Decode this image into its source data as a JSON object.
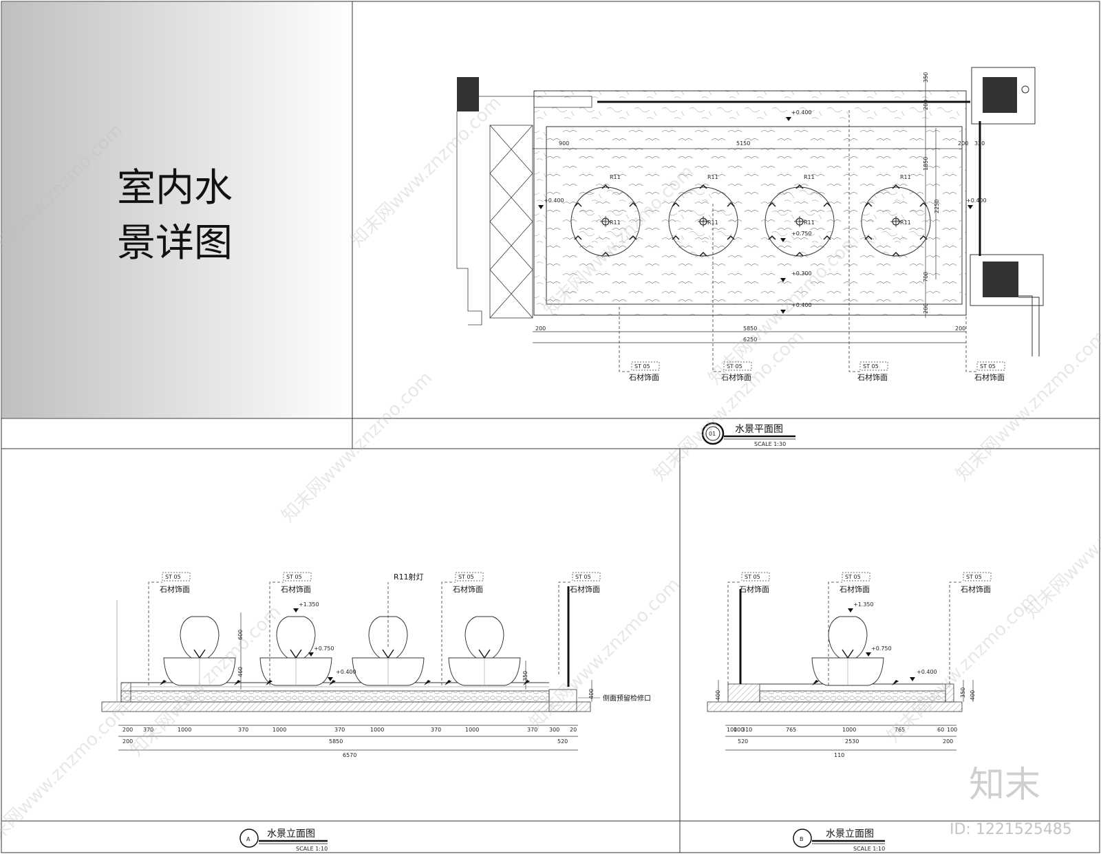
{
  "title": {
    "line1": "室内水",
    "line2": "景详图"
  },
  "plan": {
    "caption": "水景平面图",
    "scale": "SCALE 1:30",
    "number": "01",
    "top_dims": [
      "900",
      "5150",
      "200",
      "320"
    ],
    "right_dims": [
      "350",
      "200",
      "1850",
      "700",
      "200",
      "2250"
    ],
    "bottom_dims": [
      "200",
      "5850",
      "200",
      "6250"
    ],
    "levels": [
      "+0.400",
      "+0.400",
      "+0.400",
      "+0.750",
      "+0.300",
      "+0.400"
    ],
    "lamp": "R11",
    "callout_code": "ST 05",
    "callout_label": "石材饰面"
  },
  "elevA": {
    "caption": "水景立面图",
    "scale": "SCALE 1:10",
    "letter": "A",
    "lamp_note": "R11射灯",
    "side_note": "侧面预留检修口",
    "levels": [
      "+1.350",
      "+0.750",
      "+0.400"
    ],
    "vdims": [
      "600",
      "460",
      "350",
      "400"
    ],
    "dims_row1": [
      "200",
      "370",
      "1000",
      "370",
      "1000",
      "370",
      "1000",
      "370",
      "1000",
      "370",
      "300",
      "20"
    ],
    "dims_row2": [
      "200",
      "5850",
      "520"
    ],
    "dims_total": "6570",
    "callout_code": "ST 05",
    "callout_label": "石材饰面"
  },
  "elevB": {
    "caption": "水景立面图",
    "scale": "SCALE 1:10",
    "letter": "B",
    "levels": [
      "+1.350",
      "+0.750",
      "+0.400"
    ],
    "vdims": [
      "400",
      "350",
      "400"
    ],
    "dims_row1": [
      "100",
      "100",
      "310",
      "765",
      "1000",
      "765",
      "60",
      "100"
    ],
    "dims_row2": [
      "520",
      "2530",
      "200"
    ],
    "dims_total": "110",
    "callout_code": "ST 05",
    "callout_label": "石材饰面"
  },
  "brand": {
    "name": "知末",
    "id": "ID: 1221525485",
    "watermark": "知末网www.znzmo.com"
  }
}
